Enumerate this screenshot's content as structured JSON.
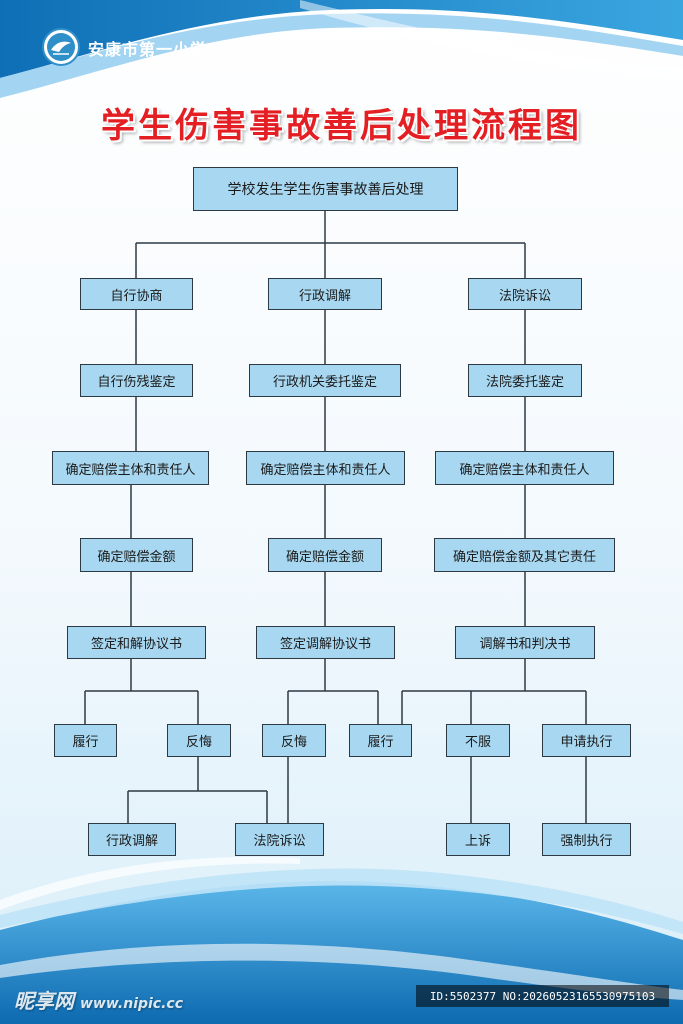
{
  "header": {
    "school_name": "安康市第一小学",
    "title": "学生伤害事故善后处理流程图"
  },
  "flowchart": {
    "root": "学校发生学生伤害事故善后处理",
    "branch_1": [
      "自行协商",
      "自行伤残鉴定",
      "确定赔偿主体和责任人",
      "确定赔偿金额",
      "签定和解协议书"
    ],
    "branch_2": [
      "行政调解",
      "行政机关委托鉴定",
      "确定赔偿主体和责任人",
      "确定赔偿金额",
      "签定调解协议书"
    ],
    "branch_3": [
      "法院诉讼",
      "法院委托鉴定",
      "确定赔偿主体和责任人",
      "确定赔偿金额及其它责任",
      "调解书和判决书"
    ],
    "outcomes": {
      "b1_perform": "履行",
      "b1_regret": "反悔",
      "b2_regret": "反悔",
      "b2_perform": "履行",
      "b3_refuse": "不服",
      "b3_enforce_request": "申请执行",
      "regret_admin": "行政调解",
      "regret_court": "法院诉讼",
      "appeal": "上诉",
      "forced": "强制执行"
    }
  },
  "watermark": {
    "site": "昵享网",
    "url": "www.nipic.cc",
    "id_text": "ID:5502377 NO:20260523165530975103"
  },
  "colors": {
    "node_fill": "#a8d8f1",
    "title_red": "#e41f24",
    "wave_blue": "#1f86c8"
  }
}
